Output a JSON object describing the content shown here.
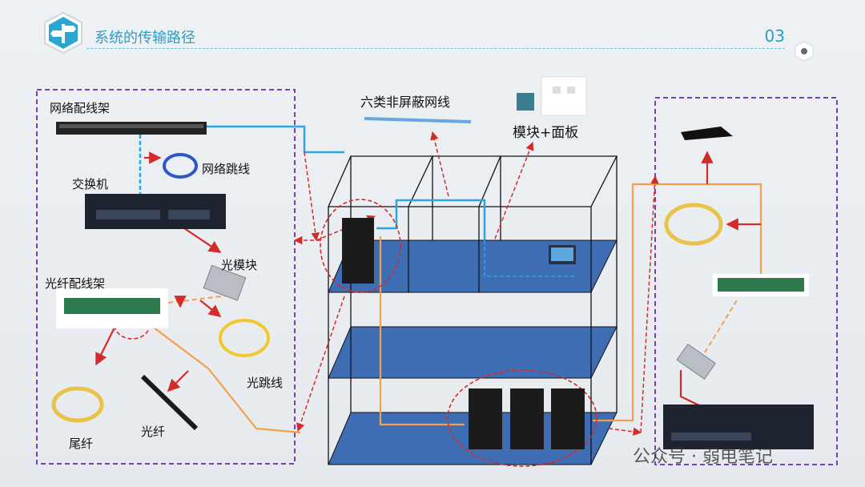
{
  "header": {
    "title": "系统的传输路径",
    "page_number": "03"
  },
  "labels": {
    "patch_panel": "网络配线架",
    "patch_cord": "网络跳线",
    "switch": "交换机",
    "optical_module": "光模块",
    "fiber_distribution_frame": "光纤配线架",
    "fiber_jumper": "光跳线",
    "pigtail": "尾纤",
    "fiber": "光纤",
    "cat6_utp": "六类非屏蔽网线",
    "module_panel": "模块+面板"
  },
  "watermark": "公众号 · 弱电笔记",
  "colors": {
    "accent": "#2a9fc4",
    "floor": "#3f6db4",
    "dashed_box": "#7a3fb0",
    "red_arrow": "#d42a2a",
    "orange_line": "#f2a04a",
    "blue_line": "#2aa6e0"
  }
}
